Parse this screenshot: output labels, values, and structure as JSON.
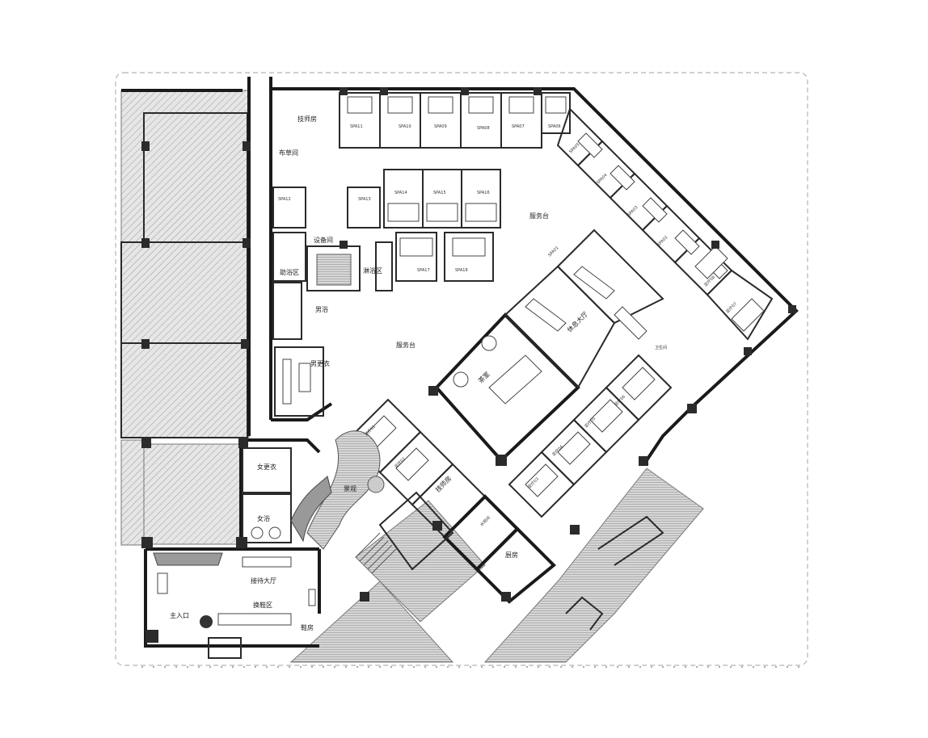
{
  "rooms": {
    "tech_room": "技师房",
    "linen_room": "布草间",
    "spa": [
      "SPA11",
      "SPA10",
      "SPA09",
      "SPA08",
      "SPA07",
      "SPA06",
      "SPA05",
      "SPA04",
      "SPA03",
      "SPA02",
      "SPA01",
      "SPA12",
      "SPA13",
      "SPA14",
      "SPA15",
      "SPA16",
      "SPA17",
      "SPA18"
    ],
    "equipment_room": "设备间",
    "shower_area": "淋浴区",
    "steam_area": "助浴区",
    "male_bath": "男浴",
    "male_locker": "男更衣",
    "service_desk_1": "服务台",
    "service_desk_2": "服务台",
    "tea_room": "茶室",
    "lounge": "休息大厅",
    "foot": [
      "足疗01",
      "足疗02",
      "足疗03",
      "足疗04",
      "足疗05",
      "足疗06",
      "足疗07",
      "足疗08"
    ],
    "restroom": "卫生间",
    "tech_room_2": "技师房",
    "water_room": "水吧间",
    "kitchen": "厨房",
    "landscape": "景观",
    "female_locker": "女更衣",
    "female_bath": "女浴",
    "reception": "接待大厅",
    "shoe_area": "换鞋区",
    "main_entrance": "主入口",
    "shoe_room": "鞋房"
  }
}
